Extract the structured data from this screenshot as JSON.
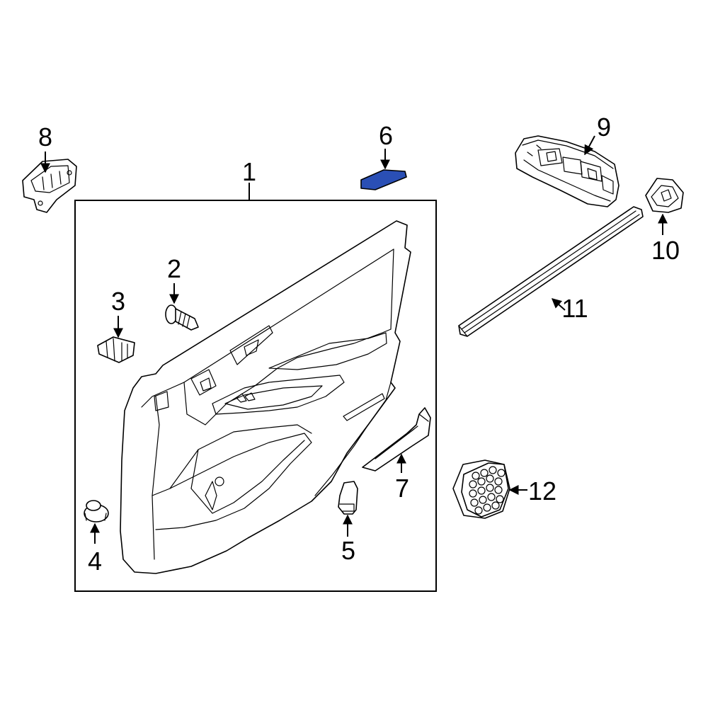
{
  "diagram": {
    "highlight_color": "#2a4fb5",
    "callouts": {
      "c1": "1",
      "c2": "2",
      "c3": "3",
      "c4": "4",
      "c5": "5",
      "c6": "6",
      "c7": "7",
      "c8": "8",
      "c9": "9",
      "c10": "10",
      "c11": "11",
      "c12": "12"
    },
    "parts": {
      "p1": "door-trim-panel",
      "p2": "screw",
      "p3": "clip",
      "p4": "grommet-clip",
      "p5": "bracket",
      "p6": "pad (highlighted)",
      "p7": "garnish-strip",
      "p8": "handle-bracket",
      "p9": "power-window-switch",
      "p10": "switch",
      "p11": "belt-weatherstrip",
      "p12": "speaker-grille"
    }
  }
}
